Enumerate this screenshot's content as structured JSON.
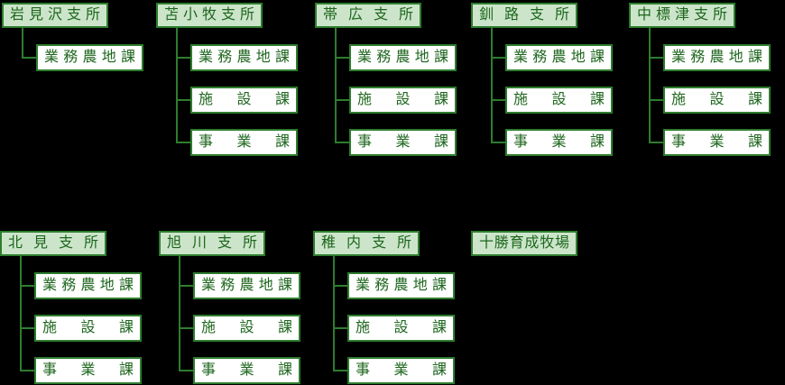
{
  "diagram": {
    "type": "organization-chart",
    "colors": {
      "background": "#000000",
      "box_border": "#2e7d2e",
      "parent_box_fill": "#cce5ca",
      "child_box_fill": "#ffffff",
      "text": "#1e661e",
      "connector_line": "#2e7d2e"
    },
    "branches": [
      {
        "label": "岩見沢支所",
        "children": [
          "業務農地課"
        ]
      },
      {
        "label": "苫小牧支所",
        "children": [
          "業務農地課",
          "施設課",
          "事業課"
        ]
      },
      {
        "label": "帯広支所",
        "children": [
          "業務農地課",
          "施設課",
          "事業課"
        ]
      },
      {
        "label": "釧路支所",
        "children": [
          "業務農地課",
          "施設課",
          "事業課"
        ]
      },
      {
        "label": "中標津支所",
        "children": [
          "業務農地課",
          "施設課",
          "事業課"
        ]
      },
      {
        "label": "北見支所",
        "children": [
          "業務農地課",
          "施設課",
          "事業課"
        ]
      },
      {
        "label": "旭川支所",
        "children": [
          "業務農地課",
          "施設課",
          "事業課"
        ]
      },
      {
        "label": "稚内支所",
        "children": [
          "業務農地課",
          "施設課",
          "事業課"
        ]
      },
      {
        "label": "十勝育成牧場",
        "children": []
      }
    ]
  }
}
